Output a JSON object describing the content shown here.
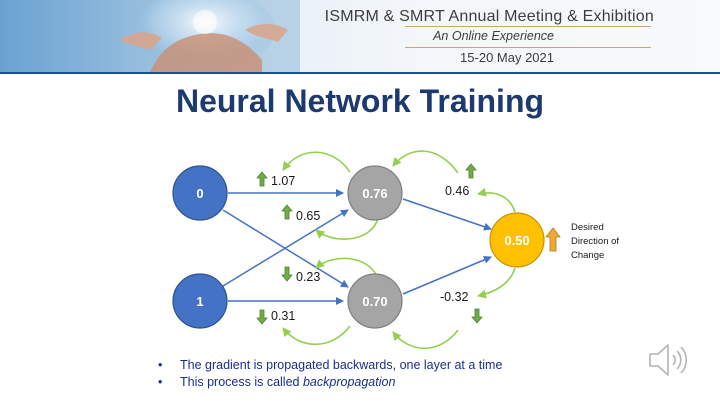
{
  "header": {
    "conference_title": "ISMRM & SMRT Annual Meeting & Exhibition",
    "conference_subtitle": "An Online Experience",
    "conference_dates": "15-20 May 2021"
  },
  "slide": {
    "title": "Neural Network Training"
  },
  "diagram": {
    "nodes": [
      {
        "id": "input-0",
        "label": "0",
        "color": "#4472c4"
      },
      {
        "id": "input-1",
        "label": "1",
        "color": "#4472c4"
      },
      {
        "id": "hidden-top",
        "label": "0.76",
        "color": "#a5a5a5"
      },
      {
        "id": "hidden-bottom",
        "label": "0.70",
        "color": "#a5a5a5"
      },
      {
        "id": "output",
        "label": "0.50",
        "color": "#ffc000"
      }
    ],
    "weights": [
      {
        "value": "1.07",
        "gradient": "up"
      },
      {
        "value": "0.65",
        "gradient": "up"
      },
      {
        "value": "0.23",
        "gradient": "down"
      },
      {
        "value": "0.31",
        "gradient": "down"
      },
      {
        "value": "0.46",
        "gradient": "up"
      },
      {
        "value": "-0.32",
        "gradient": "down"
      }
    ],
    "desired_direction_label": [
      "Desired",
      "Direction of",
      "Change"
    ],
    "colors": {
      "edge": "#4472c4",
      "feedback_arrow": "#92d050",
      "up_arrow": "#70ad47",
      "desired_arrow": "#f0a830"
    }
  },
  "bullets": [
    {
      "marker": "•",
      "text": "The gradient is propagated backwards, one layer at a time",
      "emphasis": ""
    },
    {
      "marker": "•",
      "text": "This process is called ",
      "emphasis": "backpropagation"
    }
  ],
  "icons": {
    "speaker": "speaker-icon"
  }
}
